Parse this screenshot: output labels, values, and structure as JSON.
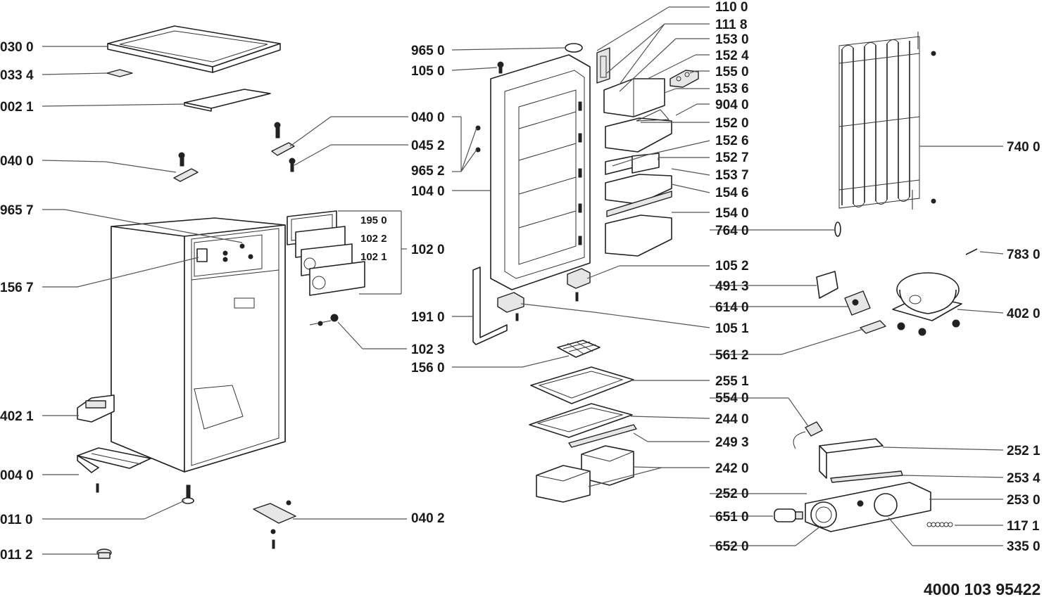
{
  "drawing_number": "4000 103 95422",
  "labels": {
    "p0300": "030 0",
    "p0334": "033 4",
    "p0021": "002 1",
    "p0400a": "040 0",
    "p9657": "965 7",
    "p1567": "156 7",
    "p4021": "402 1",
    "p0040": "004 0",
    "p0110": "011 0",
    "p0112": "011 2",
    "p1950": "195 0",
    "p1022": "102 2",
    "p1021": "102 1",
    "p1020": "102 0",
    "p9650": "965 0",
    "p1050": "105 0",
    "p0400b": "040 0",
    "p0452": "045 2",
    "p9652": "965 2",
    "p1040": "104 0",
    "p1910": "191 0",
    "p1023": "102 3",
    "p1560": "156 0",
    "p0402": "040 2",
    "p1100": "110 0",
    "p1118": "111 8",
    "p1530": "153 0",
    "p1524": "152 4",
    "p1550": "155 0",
    "p1536": "153 6",
    "p9040": "904 0",
    "p1520": "152 0",
    "p1526": "152 6",
    "p1527": "152 7",
    "p1537": "153 7",
    "p1546": "154 6",
    "p1540": "154 0",
    "p7640": "764 0",
    "p1052": "105 2",
    "p4913": "491 3",
    "p6140": "614 0",
    "p1051": "105 1",
    "p5612": "561 2",
    "p2551": "255 1",
    "p5540": "554 0",
    "p2440": "244 0",
    "p2493": "249 3",
    "p2420": "242 0",
    "p2520": "252 0",
    "p6510": "651 0",
    "p6520": "652 0",
    "p7400": "740 0",
    "p7830": "783 0",
    "p4020": "402 0",
    "p2521": "252 1",
    "p2534": "253 4",
    "p2530": "253 0",
    "p1171": "117 1",
    "p3350": "335 0"
  },
  "icons": {
    "compressor": "compressor-icon",
    "condenser": "condenser-coil-icon",
    "thermostat": "thermostat-icon",
    "door": "door-icon",
    "cabinet": "cabinet-icon"
  }
}
